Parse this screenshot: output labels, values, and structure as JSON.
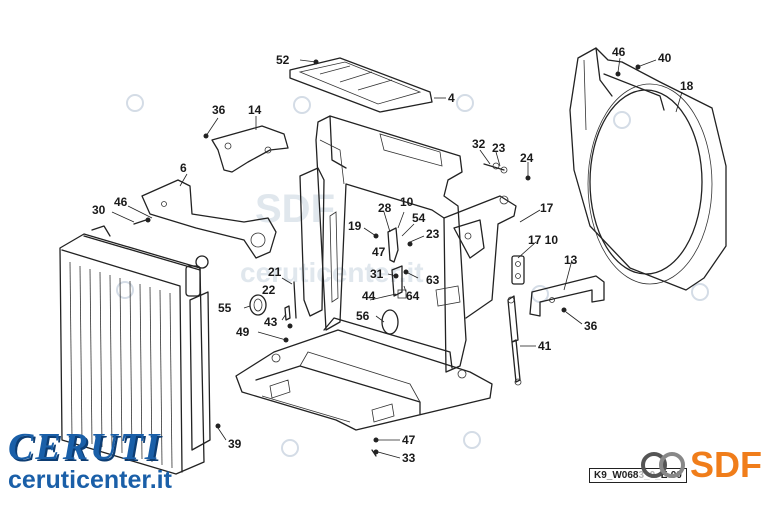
{
  "callouts": [
    {
      "id": "c52",
      "text": "52"
    },
    {
      "id": "c4",
      "text": "4"
    },
    {
      "id": "c36a",
      "text": "36"
    },
    {
      "id": "c14",
      "text": "14"
    },
    {
      "id": "c6",
      "text": "6"
    },
    {
      "id": "c46a",
      "text": "46"
    },
    {
      "id": "c30",
      "text": "30"
    },
    {
      "id": "c46b",
      "text": "46"
    },
    {
      "id": "c40",
      "text": "40"
    },
    {
      "id": "c18",
      "text": "18"
    },
    {
      "id": "c32",
      "text": "32"
    },
    {
      "id": "c23a",
      "text": "23"
    },
    {
      "id": "c24",
      "text": "24"
    },
    {
      "id": "c28",
      "text": "28"
    },
    {
      "id": "c10a",
      "text": "10"
    },
    {
      "id": "c54",
      "text": "54"
    },
    {
      "id": "c19",
      "text": "19"
    },
    {
      "id": "c23b",
      "text": "23"
    },
    {
      "id": "c47a",
      "text": "47"
    },
    {
      "id": "c17a",
      "text": "17"
    },
    {
      "id": "c1710",
      "text": "17 10"
    },
    {
      "id": "c21",
      "text": "21"
    },
    {
      "id": "c31",
      "text": "31"
    },
    {
      "id": "c63",
      "text": "63"
    },
    {
      "id": "c13",
      "text": "13"
    },
    {
      "id": "c22",
      "text": "22"
    },
    {
      "id": "c44",
      "text": "44"
    },
    {
      "id": "c64",
      "text": "64"
    },
    {
      "id": "c55",
      "text": "55"
    },
    {
      "id": "c56",
      "text": "56"
    },
    {
      "id": "c43",
      "text": "43"
    },
    {
      "id": "c36b",
      "text": "36"
    },
    {
      "id": "c49",
      "text": "49"
    },
    {
      "id": "c41",
      "text": "41"
    },
    {
      "id": "c39",
      "text": "39"
    },
    {
      "id": "c47b",
      "text": "47"
    },
    {
      "id": "c33",
      "text": "33"
    }
  ],
  "drawing_code": "K9_W068",
  "drawing_code_tail": "E-00",
  "brand": {
    "logo": "CERUTI",
    "url": "ceruticenter.it"
  },
  "watermark": {
    "logo": "SDF",
    "text": "ceruticenter.it"
  },
  "colors": {
    "brand_blue": "#1a5fa8",
    "sdf_orange": "#f07d1a",
    "line": "#222222"
  }
}
